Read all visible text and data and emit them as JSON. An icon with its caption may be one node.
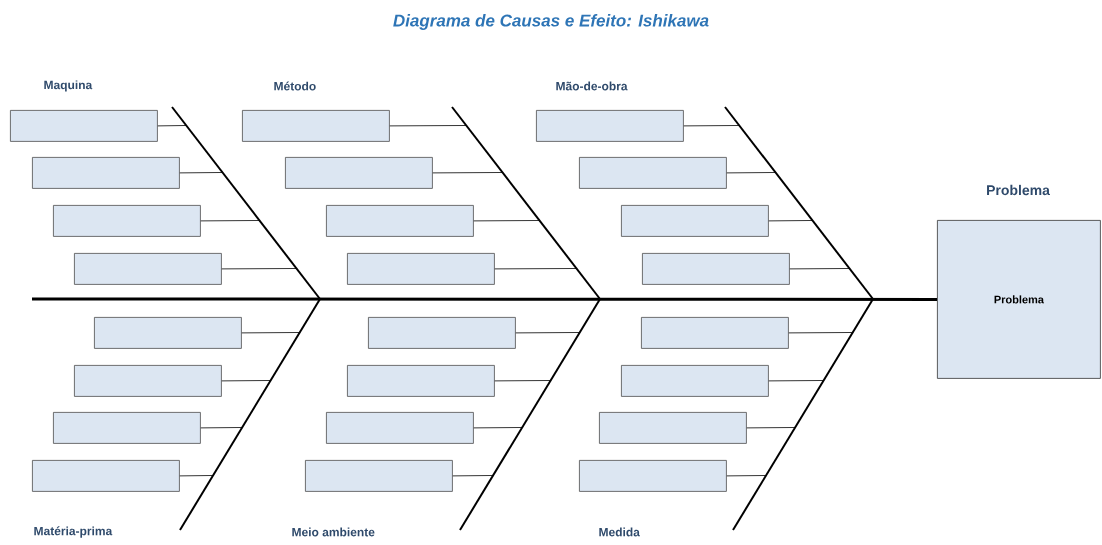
{
  "diagram": {
    "title": "Diagrama de Causas e Efeito: Ishikawa",
    "nodes": [
      {
        "text": [],
        "shape": "box"
      },
      {
        "text": [],
        "shape": "box"
      },
      {
        "text": [],
        "shape": "box"
      },
      {
        "text": [],
        "shape": "box"
      },
      {
        "text": [],
        "shape": "box"
      },
      {
        "text": [],
        "shape": "box"
      },
      {
        "text": [],
        "shape": "box"
      },
      {
        "text": [],
        "shape": "box"
      },
      {
        "text": [],
        "shape": "box"
      },
      {
        "text": [],
        "shape": "box"
      },
      {
        "text": [],
        "shape": "box"
      },
      {
        "text": [],
        "shape": "box"
      },
      {
        "text": [],
        "shape": "box"
      },
      {
        "text": [],
        "shape": "box"
      },
      {
        "text": [],
        "shape": "box"
      },
      {
        "text": [],
        "shape": "box"
      },
      {
        "text": [],
        "shape": "box"
      },
      {
        "text": [],
        "shape": "box"
      },
      {
        "text": [],
        "shape": "box"
      },
      {
        "text": [],
        "shape": "box"
      },
      {
        "text": [],
        "shape": "box"
      },
      {
        "text": [],
        "shape": "box"
      },
      {
        "text": [],
        "shape": "box"
      },
      {
        "text": [],
        "shape": "box"
      },
      {
        "text": [
          "Problema",
          "Problema"
        ]
      }
    ],
    "edges": [
      {
        "from": 0,
        "to": null,
        "arrow": "none"
      },
      {
        "from": 1,
        "to": null,
        "arrow": "none"
      },
      {
        "from": 2,
        "to": null,
        "arrow": "none"
      },
      {
        "from": 3,
        "to": null,
        "arrow": "none"
      },
      {
        "from": 4,
        "to": null,
        "arrow": "none"
      },
      {
        "from": 5,
        "to": null,
        "arrow": "none"
      },
      {
        "from": 6,
        "to": null,
        "arrow": "none"
      },
      {
        "from": 7,
        "to": null,
        "arrow": "none"
      },
      {
        "from": 8,
        "to": null,
        "arrow": "none"
      },
      {
        "from": 9,
        "to": null,
        "arrow": "none"
      },
      {
        "from": 10,
        "to": null,
        "arrow": "none"
      },
      {
        "from": 11,
        "to": null,
        "arrow": "none"
      },
      {
        "from": 12,
        "to": null,
        "arrow": "none"
      },
      {
        "from": 13,
        "to": null,
        "arrow": "none"
      },
      {
        "from": 14,
        "to": null,
        "arrow": "none"
      },
      {
        "from": 15,
        "to": null,
        "arrow": "none"
      },
      {
        "from": 16,
        "to": null,
        "arrow": "none"
      },
      {
        "from": 17,
        "to": null,
        "arrow": "none"
      },
      {
        "from": 18,
        "to": null,
        "arrow": "none"
      },
      {
        "from": 19,
        "to": null,
        "arrow": "none"
      },
      {
        "from": 20,
        "to": null,
        "arrow": "none"
      },
      {
        "from": 21,
        "to": null,
        "arrow": "none"
      },
      {
        "from": 22,
        "to": null,
        "arrow": "none"
      },
      {
        "from": 23,
        "to": null,
        "arrow": "none"
      },
      {
        "from": null,
        "to": 24,
        "arrow": "none",
        "style": "thick"
      }
    ],
    "labels": [
      "Maquina",
      "Método",
      "Mão-de-obra",
      "Matéria-prima",
      "Meio ambiente",
      "Medida"
    ]
  }
}
